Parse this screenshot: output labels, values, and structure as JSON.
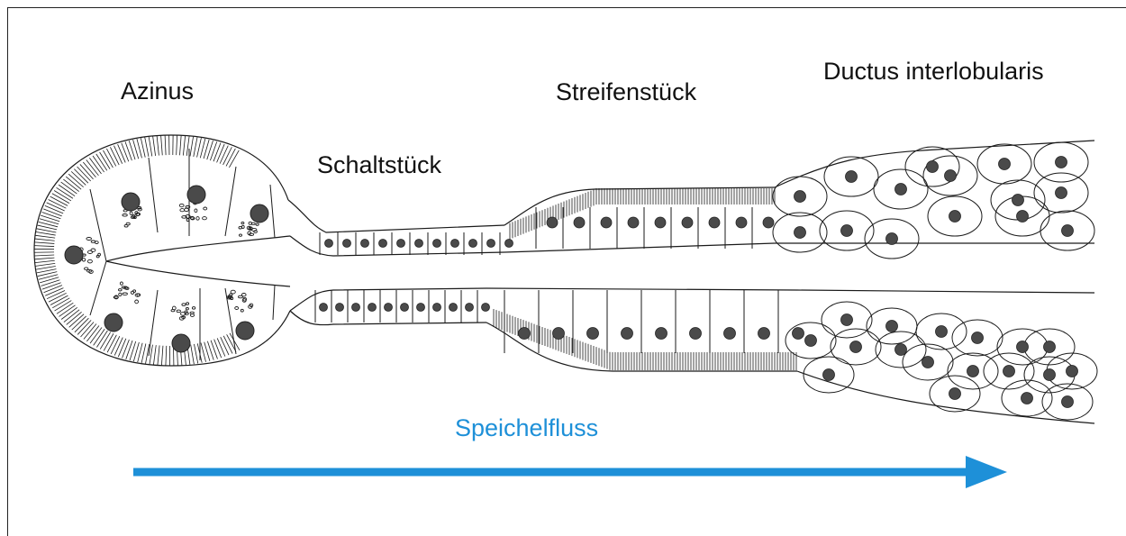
{
  "labels": {
    "acinus": "Azinus",
    "intercalated_duct": "Schaltstück",
    "striated_duct": "Streifenstück",
    "interlobular_duct": "Ductus interlobularis",
    "saliva_flow": "Speichelfluss"
  },
  "colors": {
    "outline": "#1a1a1a",
    "nucleus": "#4a4a4a",
    "flow_arrow": "#1e90d8"
  }
}
